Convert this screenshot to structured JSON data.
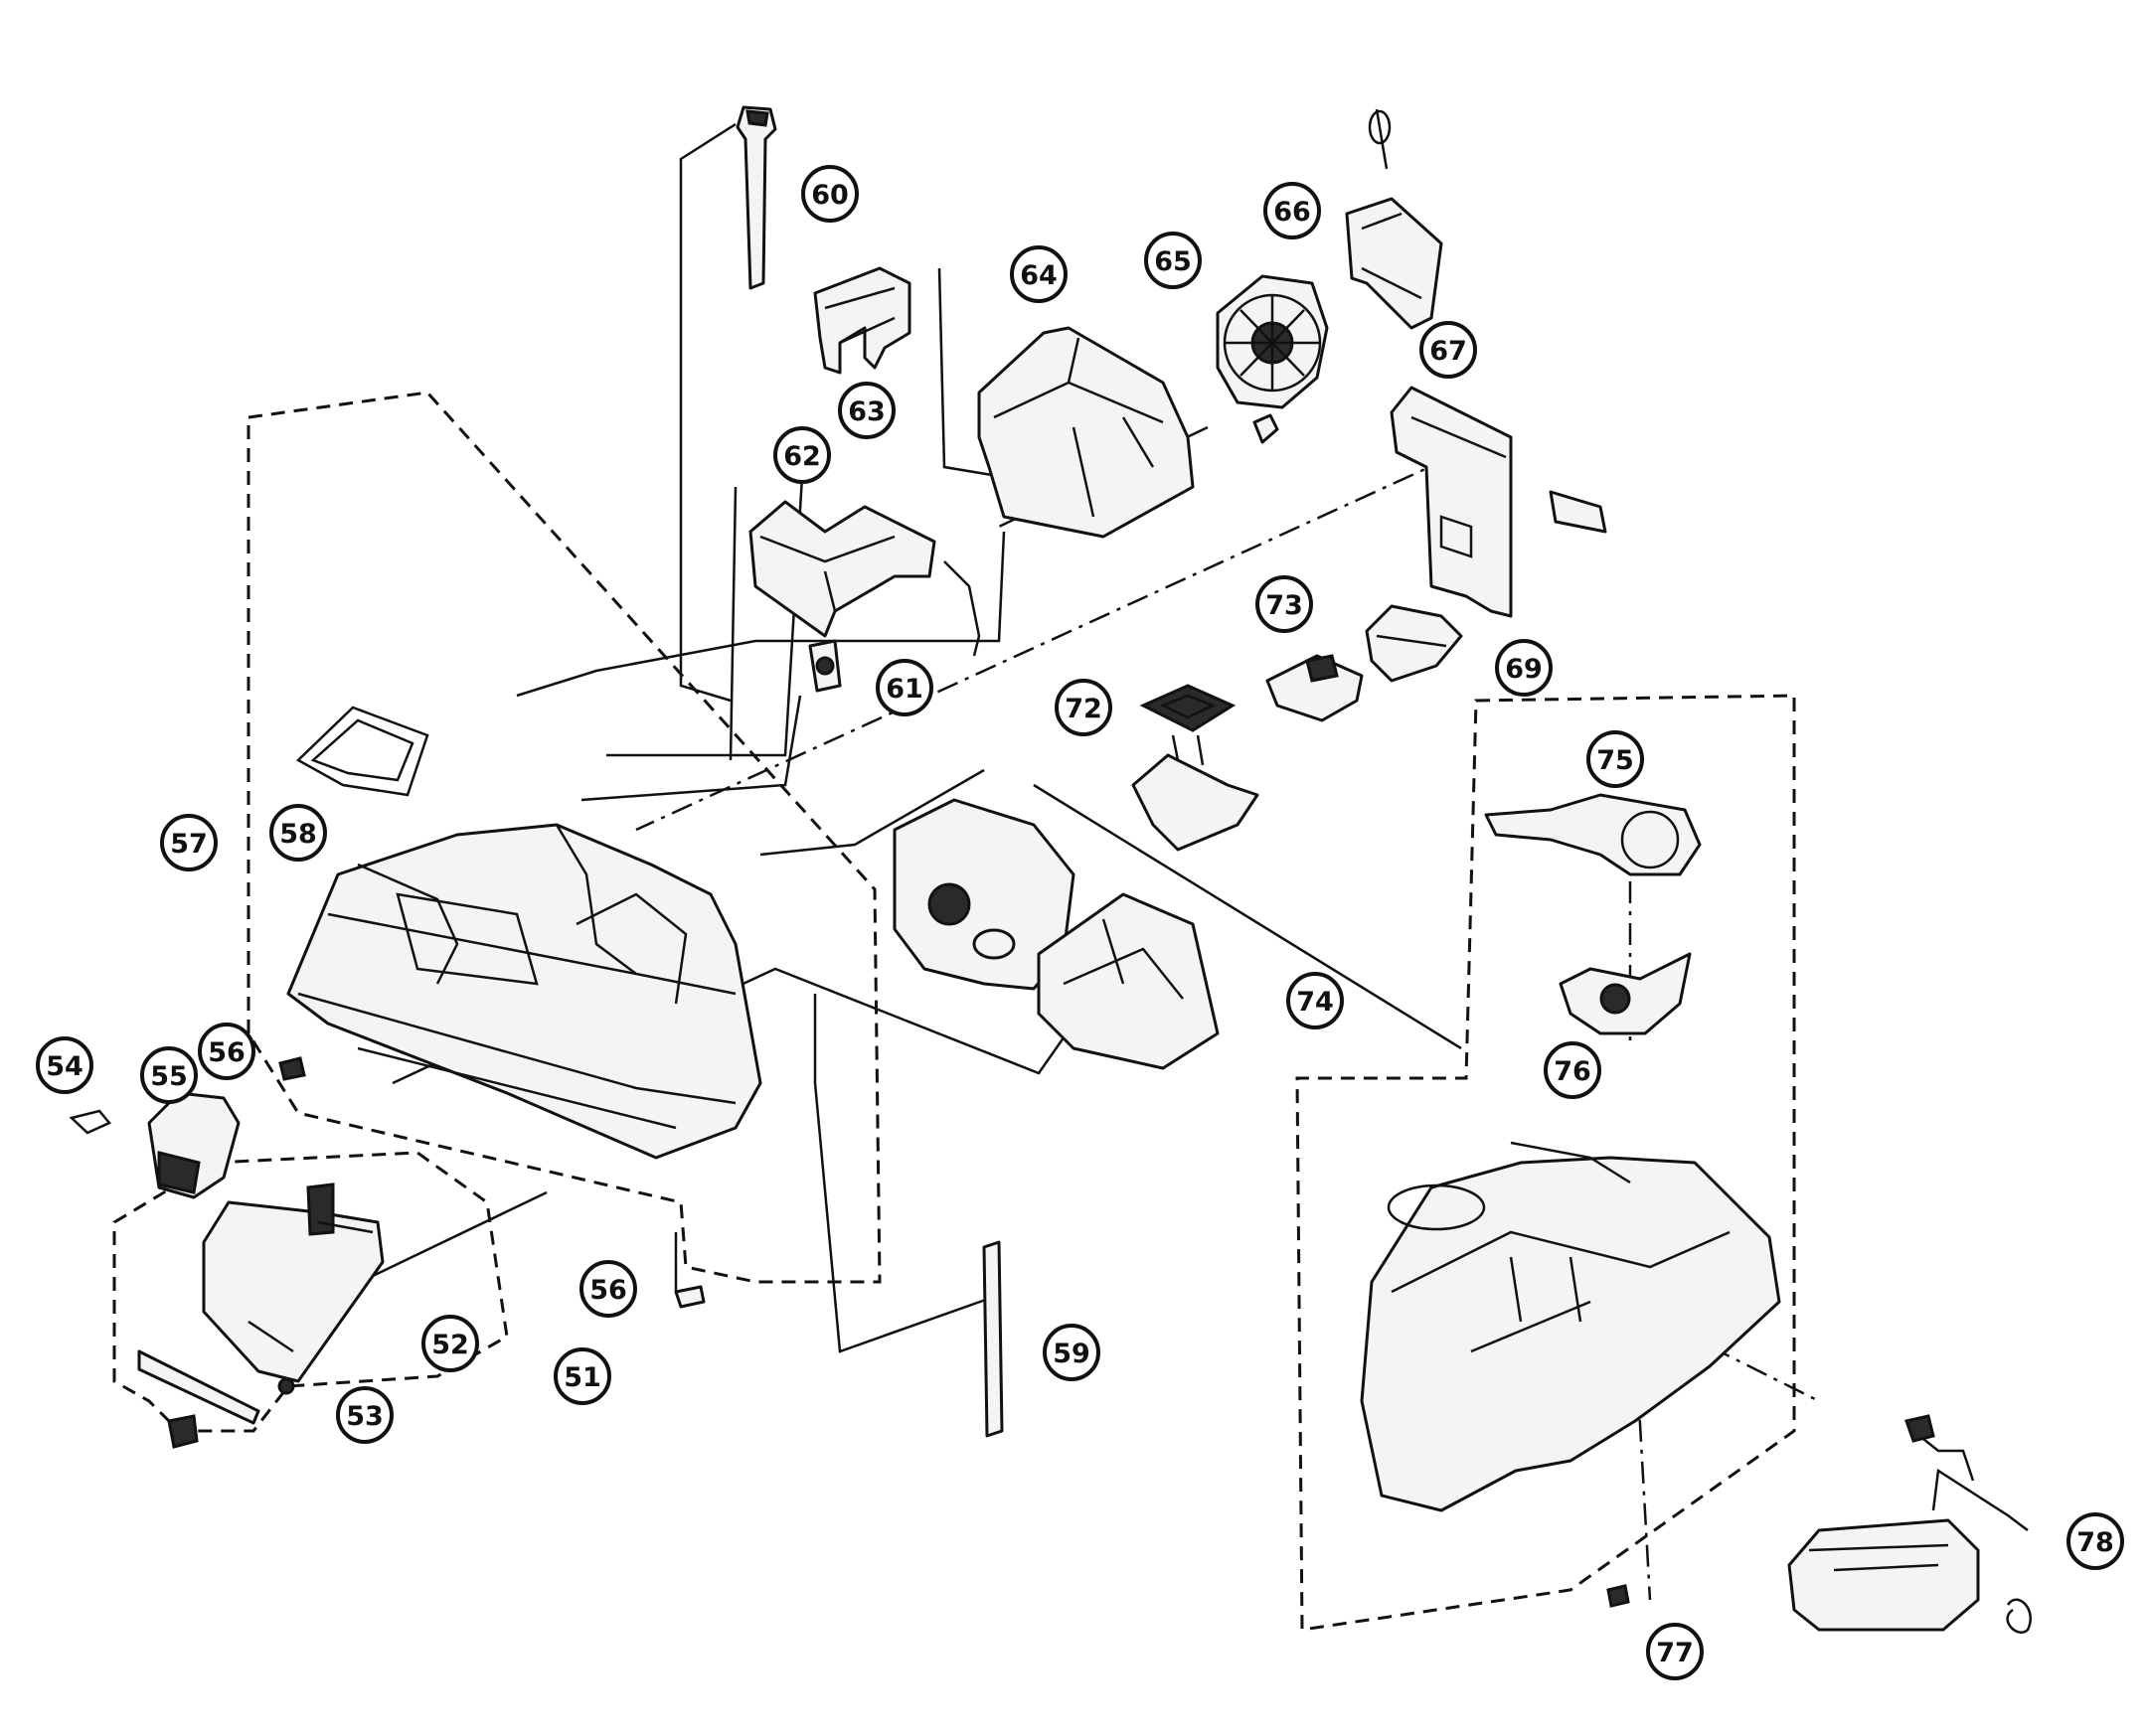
{
  "callouts": [
    {
      "id": "60",
      "label": "60"
    },
    {
      "id": "66",
      "label": "66"
    },
    {
      "id": "64",
      "label": "64"
    },
    {
      "id": "65",
      "label": "65"
    },
    {
      "id": "63",
      "label": "63"
    },
    {
      "id": "67",
      "label": "67"
    },
    {
      "id": "62",
      "label": "62"
    },
    {
      "id": "73",
      "label": "73"
    },
    {
      "id": "61",
      "label": "61"
    },
    {
      "id": "69",
      "label": "69"
    },
    {
      "id": "72",
      "label": "72"
    },
    {
      "id": "75",
      "label": "75"
    },
    {
      "id": "57",
      "label": "57"
    },
    {
      "id": "58",
      "label": "58"
    },
    {
      "id": "74",
      "label": "74"
    },
    {
      "id": "54",
      "label": "54"
    },
    {
      "id": "55",
      "label": "55"
    },
    {
      "id": "56a",
      "label": "56"
    },
    {
      "id": "76",
      "label": "76"
    },
    {
      "id": "56b",
      "label": "56"
    },
    {
      "id": "52",
      "label": "52"
    },
    {
      "id": "51",
      "label": "51"
    },
    {
      "id": "59",
      "label": "59"
    },
    {
      "id": "53",
      "label": "53"
    },
    {
      "id": "78",
      "label": "78"
    },
    {
      "id": "77",
      "label": "77"
    }
  ]
}
